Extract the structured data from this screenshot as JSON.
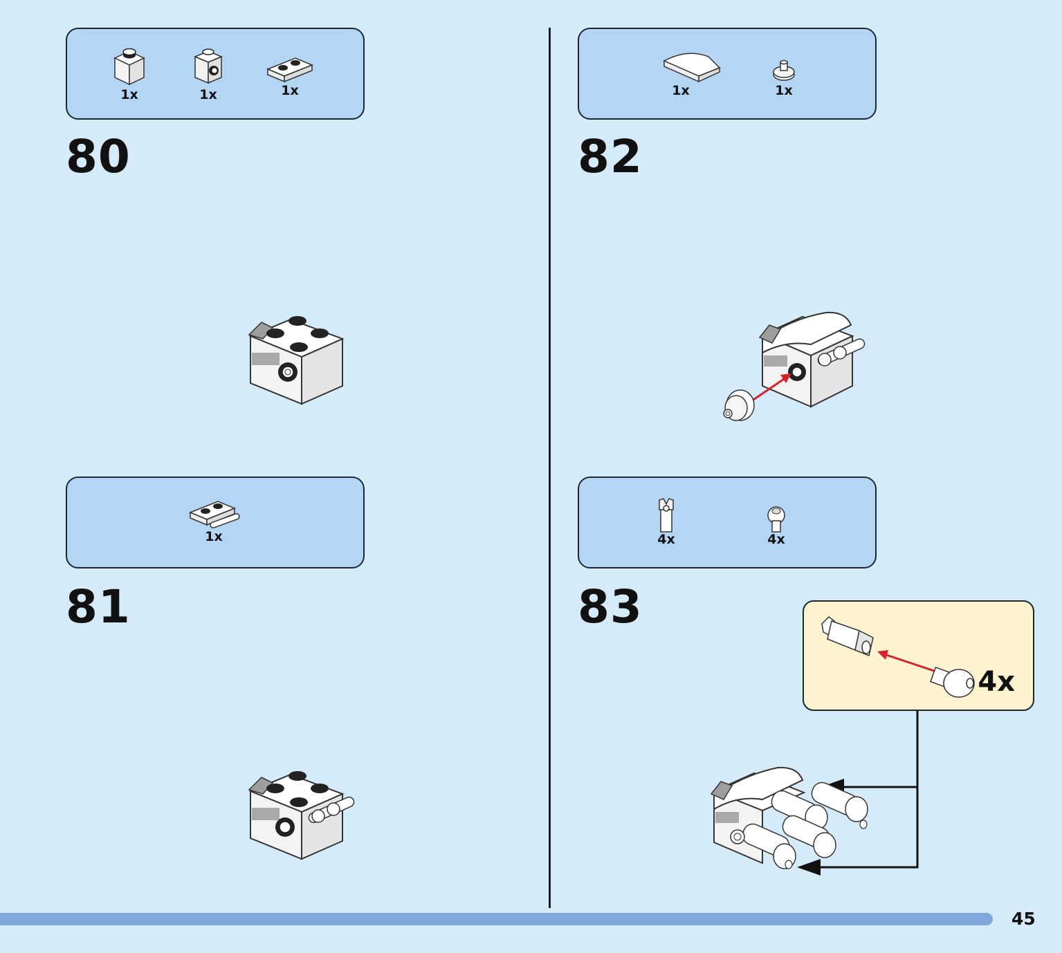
{
  "page": {
    "number": "45"
  },
  "steps": [
    {
      "number": "80",
      "parts": [
        {
          "icon": "brick-1x1-icon",
          "qty": "1x"
        },
        {
          "icon": "brick-1x1-side-stud-icon",
          "qty": "1x"
        },
        {
          "icon": "plate-1x2-icon",
          "qty": "1x"
        }
      ]
    },
    {
      "number": "81",
      "parts": [
        {
          "icon": "plate-1x2-with-bar-icon",
          "qty": "1x"
        }
      ]
    },
    {
      "number": "82",
      "parts": [
        {
          "icon": "curved-slope-icon",
          "qty": "1x"
        },
        {
          "icon": "round-plate-with-pin-icon",
          "qty": "1x"
        }
      ]
    },
    {
      "number": "83",
      "parts": [
        {
          "icon": "bar-holder-clip-icon",
          "qty": "4x"
        },
        {
          "icon": "cone-nozzle-icon",
          "qty": "4x"
        }
      ],
      "callout": {
        "qty": "4x"
      }
    }
  ],
  "colors": {
    "background": "#d6ebfa",
    "parts_box": "#b4d6f4",
    "callout": "#fdf4cf",
    "arrow_red": "#d8202a",
    "footer_bar": "#80a8d8"
  }
}
